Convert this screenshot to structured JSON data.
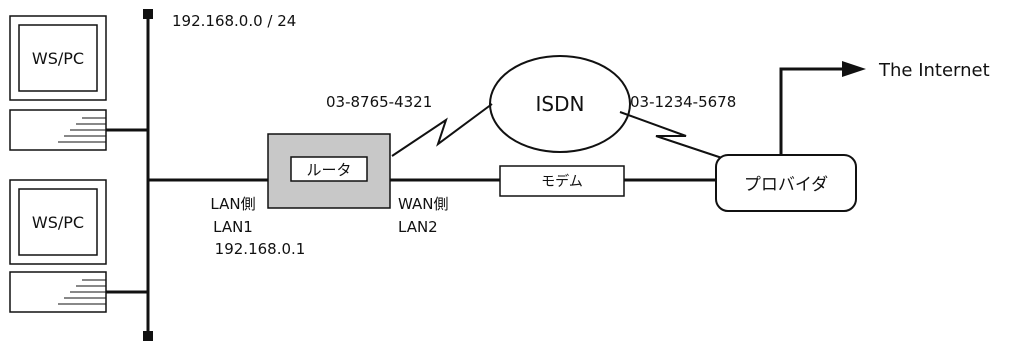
{
  "network": {
    "subnet_label": "192.168.0.0 / 24",
    "host_1_label": "WS/PC",
    "host_2_label": "WS/PC"
  },
  "router": {
    "label": "ルータ",
    "lan_side": "LAN側",
    "lan_port": "LAN1",
    "lan_address": "192.168.0.1",
    "wan_side": "WAN側",
    "wan_port": "LAN2"
  },
  "isdn": {
    "label": "ISDN",
    "local_number": "03-8765-4321",
    "provider_number": "03-1234-5678"
  },
  "modem": {
    "label": "モデム"
  },
  "provider": {
    "label": "プロバイダ"
  },
  "internet": {
    "label": "The Internet"
  },
  "colors": {
    "line": "#111111",
    "router_fill": "#c8c8c8",
    "background": "#ffffff"
  }
}
